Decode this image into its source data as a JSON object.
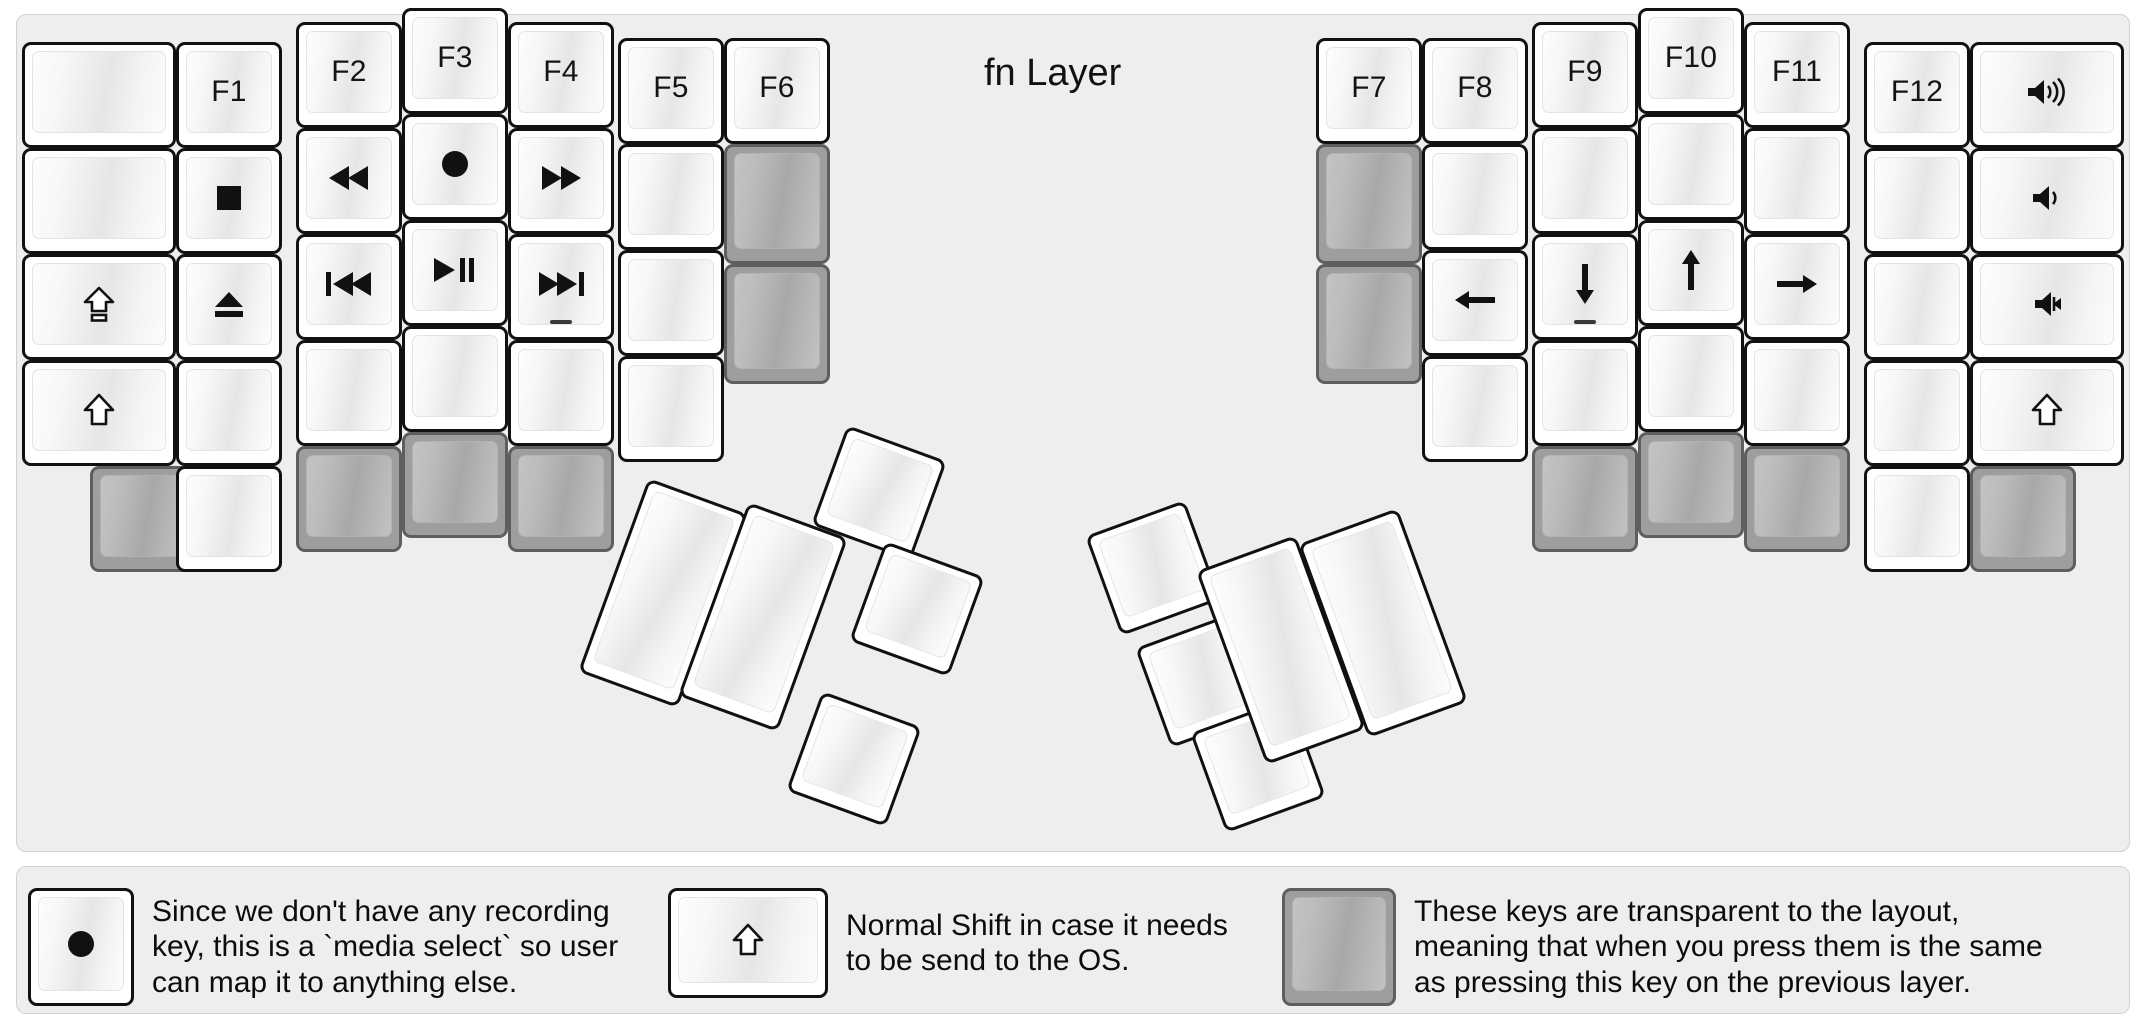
{
  "title": "fn Layer",
  "colors": {
    "background": "#eeeeee",
    "key_face": "#ffffff",
    "key_border": "#111111",
    "transparent_key": "#9e9e9e",
    "transparent_border": "#5e5e5e",
    "text": "#111111"
  },
  "legend": [
    {
      "key_icon": "record-circle-icon",
      "key_state": "normal",
      "text": "Since we don't have any recording\nkey, this is a `media select` so user\ncan map it to anything else."
    },
    {
      "key_icon": "shift-arrow-icon",
      "key_state": "normal",
      "text": "Normal Shift in case it needs\nto be send to the OS."
    },
    {
      "key_icon": "",
      "key_state": "transparent",
      "text": "These keys are transparent to the layout,\nmeaning that when you press them is the same\nas pressing this key on the previous layer."
    }
  ],
  "left_half": {
    "columns": [
      {
        "name": "col-pinky-outer",
        "keys": [
          {
            "name": "key-blank-l1r1",
            "label": "",
            "icon": "",
            "state": "normal"
          },
          {
            "name": "key-blank-l1r2",
            "label": "",
            "icon": "",
            "state": "normal"
          },
          {
            "name": "key-capslock",
            "label": "",
            "icon": "capslock-icon",
            "state": "normal"
          },
          {
            "name": "key-shift-left",
            "label": "",
            "icon": "shift-arrow-icon",
            "state": "normal"
          },
          {
            "name": "key-transparent-l1r5",
            "label": "",
            "icon": "",
            "state": "transparent"
          }
        ]
      },
      {
        "name": "col-pinky",
        "keys": [
          {
            "name": "key-f1",
            "label": "F1",
            "icon": "",
            "state": "normal"
          },
          {
            "name": "key-media-stop",
            "label": "",
            "icon": "stop-icon",
            "state": "normal"
          },
          {
            "name": "key-media-eject",
            "label": "",
            "icon": "eject-icon",
            "state": "normal"
          },
          {
            "name": "key-blank-l2r4",
            "label": "",
            "icon": "",
            "state": "normal"
          },
          {
            "name": "key-blank-l2r5",
            "label": "",
            "icon": "",
            "state": "normal"
          }
        ]
      },
      {
        "name": "col-ring",
        "keys": [
          {
            "name": "key-f2",
            "label": "F2",
            "icon": "",
            "state": "normal"
          },
          {
            "name": "key-media-rewind",
            "label": "",
            "icon": "rewind-icon",
            "state": "normal"
          },
          {
            "name": "key-media-prev",
            "label": "",
            "icon": "prev-track-icon",
            "state": "normal"
          },
          {
            "name": "key-blank-l3r4",
            "label": "",
            "icon": "",
            "state": "normal"
          },
          {
            "name": "key-transparent-l3r5",
            "label": "",
            "icon": "",
            "state": "transparent"
          }
        ]
      },
      {
        "name": "col-middle",
        "keys": [
          {
            "name": "key-f3",
            "label": "F3",
            "icon": "",
            "state": "normal"
          },
          {
            "name": "key-media-select",
            "label": "",
            "icon": "record-circle-icon",
            "state": "normal"
          },
          {
            "name": "key-media-playpause",
            "label": "",
            "icon": "play-pause-icon",
            "state": "normal"
          },
          {
            "name": "key-blank-l4r4",
            "label": "",
            "icon": "",
            "state": "normal"
          },
          {
            "name": "key-transparent-l4r5",
            "label": "",
            "icon": "",
            "state": "transparent"
          }
        ]
      },
      {
        "name": "col-index",
        "keys": [
          {
            "name": "key-f4",
            "label": "F4",
            "icon": "",
            "state": "normal"
          },
          {
            "name": "key-media-fastfwd",
            "label": "",
            "icon": "fast-forward-icon",
            "state": "normal"
          },
          {
            "name": "key-media-next",
            "label": "",
            "icon": "next-track-icon",
            "state": "normal",
            "homing": true
          },
          {
            "name": "key-blank-l5r4",
            "label": "",
            "icon": "",
            "state": "normal"
          },
          {
            "name": "key-transparent-l5r5",
            "label": "",
            "icon": "",
            "state": "transparent"
          }
        ]
      },
      {
        "name": "col-index-inner",
        "keys": [
          {
            "name": "key-f5",
            "label": "F5",
            "icon": "",
            "state": "normal"
          },
          {
            "name": "key-blank-l6r2",
            "label": "",
            "icon": "",
            "state": "normal"
          },
          {
            "name": "key-blank-l6r3",
            "label": "",
            "icon": "",
            "state": "normal"
          },
          {
            "name": "key-blank-l6r4",
            "label": "",
            "icon": "",
            "state": "normal"
          }
        ]
      },
      {
        "name": "col-extra",
        "keys": [
          {
            "name": "key-f6",
            "label": "F6",
            "icon": "",
            "state": "normal"
          },
          {
            "name": "key-transparent-l7-tall1",
            "label": "",
            "icon": "",
            "state": "transparent"
          },
          {
            "name": "key-transparent-l7-tall2",
            "label": "",
            "icon": "",
            "state": "transparent"
          }
        ]
      }
    ],
    "thumb_cluster": [
      {
        "name": "thumb-left-small-top",
        "label": "",
        "icon": "",
        "state": "normal"
      },
      {
        "name": "thumb-left-small-mid",
        "label": "",
        "icon": "",
        "state": "normal"
      },
      {
        "name": "thumb-left-small-bottom",
        "label": "",
        "icon": "",
        "state": "normal"
      },
      {
        "name": "thumb-left-big-outer",
        "label": "",
        "icon": "",
        "state": "normal"
      },
      {
        "name": "thumb-left-big-inner",
        "label": "",
        "icon": "",
        "state": "normal"
      }
    ]
  },
  "right_half": {
    "columns": [
      {
        "name": "col-extra-r",
        "keys": [
          {
            "name": "key-f7",
            "label": "F7",
            "icon": "",
            "state": "normal"
          },
          {
            "name": "key-transparent-r1-tall1",
            "label": "",
            "icon": "",
            "state": "transparent"
          },
          {
            "name": "key-transparent-r1-tall2",
            "label": "",
            "icon": "",
            "state": "transparent"
          }
        ]
      },
      {
        "name": "col-index-inner-r",
        "keys": [
          {
            "name": "key-f8",
            "label": "F8",
            "icon": "",
            "state": "normal"
          },
          {
            "name": "key-blank-r2r2",
            "label": "",
            "icon": "",
            "state": "normal"
          },
          {
            "name": "key-arrow-left",
            "label": "",
            "icon": "arrow-left-icon",
            "state": "normal"
          },
          {
            "name": "key-blank-r2r4",
            "label": "",
            "icon": "",
            "state": "normal"
          }
        ]
      },
      {
        "name": "col-index-r",
        "keys": [
          {
            "name": "key-f9",
            "label": "F9",
            "icon": "",
            "state": "normal"
          },
          {
            "name": "key-blank-r3r2",
            "label": "",
            "icon": "",
            "state": "normal"
          },
          {
            "name": "key-arrow-down",
            "label": "",
            "icon": "arrow-down-icon",
            "state": "normal",
            "homing": true
          },
          {
            "name": "key-blank-r3r4",
            "label": "",
            "icon": "",
            "state": "normal"
          },
          {
            "name": "key-transparent-r3r5",
            "label": "",
            "icon": "",
            "state": "transparent"
          }
        ]
      },
      {
        "name": "col-middle-r",
        "keys": [
          {
            "name": "key-f10",
            "label": "F10",
            "icon": "",
            "state": "normal"
          },
          {
            "name": "key-blank-r4r2",
            "label": "",
            "icon": "",
            "state": "normal"
          },
          {
            "name": "key-arrow-up",
            "label": "",
            "icon": "arrow-up-icon",
            "state": "normal"
          },
          {
            "name": "key-blank-r4r4",
            "label": "",
            "icon": "",
            "state": "normal"
          },
          {
            "name": "key-transparent-r4r5",
            "label": "",
            "icon": "",
            "state": "transparent"
          }
        ]
      },
      {
        "name": "col-ring-r",
        "keys": [
          {
            "name": "key-f11",
            "label": "F11",
            "icon": "",
            "state": "normal"
          },
          {
            "name": "key-blank-r5r2",
            "label": "",
            "icon": "",
            "state": "normal"
          },
          {
            "name": "key-arrow-right",
            "label": "",
            "icon": "arrow-right-icon",
            "state": "normal"
          },
          {
            "name": "key-blank-r5r4",
            "label": "",
            "icon": "",
            "state": "normal"
          },
          {
            "name": "key-transparent-r5r5",
            "label": "",
            "icon": "",
            "state": "transparent"
          }
        ]
      },
      {
        "name": "col-pinky-r",
        "keys": [
          {
            "name": "key-f12",
            "label": "F12",
            "icon": "",
            "state": "normal"
          },
          {
            "name": "key-blank-r6r2",
            "label": "",
            "icon": "",
            "state": "normal"
          },
          {
            "name": "key-blank-r6r3",
            "label": "",
            "icon": "",
            "state": "normal"
          },
          {
            "name": "key-blank-r6r4",
            "label": "",
            "icon": "",
            "state": "normal"
          },
          {
            "name": "key-blank-r6r5",
            "label": "",
            "icon": "",
            "state": "normal"
          }
        ]
      },
      {
        "name": "col-pinky-outer-r",
        "keys": [
          {
            "name": "key-volume-up",
            "label": "",
            "icon": "volume-up-icon",
            "state": "normal"
          },
          {
            "name": "key-volume-down",
            "label": "",
            "icon": "volume-down-icon",
            "state": "normal"
          },
          {
            "name": "key-volume-mute",
            "label": "",
            "icon": "volume-mute-icon",
            "state": "normal"
          },
          {
            "name": "key-shift-right",
            "label": "",
            "icon": "shift-arrow-icon",
            "state": "normal"
          },
          {
            "name": "key-transparent-r7r5",
            "label": "",
            "icon": "",
            "state": "transparent"
          }
        ]
      }
    ],
    "thumb_cluster": [
      {
        "name": "thumb-right-small-top",
        "label": "",
        "icon": "",
        "state": "normal"
      },
      {
        "name": "thumb-right-small-mid",
        "label": "",
        "icon": "",
        "state": "normal"
      },
      {
        "name": "thumb-right-small-bottom",
        "label": "",
        "icon": "",
        "state": "normal"
      },
      {
        "name": "thumb-right-big-inner",
        "label": "",
        "icon": "",
        "state": "normal"
      },
      {
        "name": "thumb-right-big-outer",
        "label": "",
        "icon": "",
        "state": "normal"
      }
    ]
  }
}
